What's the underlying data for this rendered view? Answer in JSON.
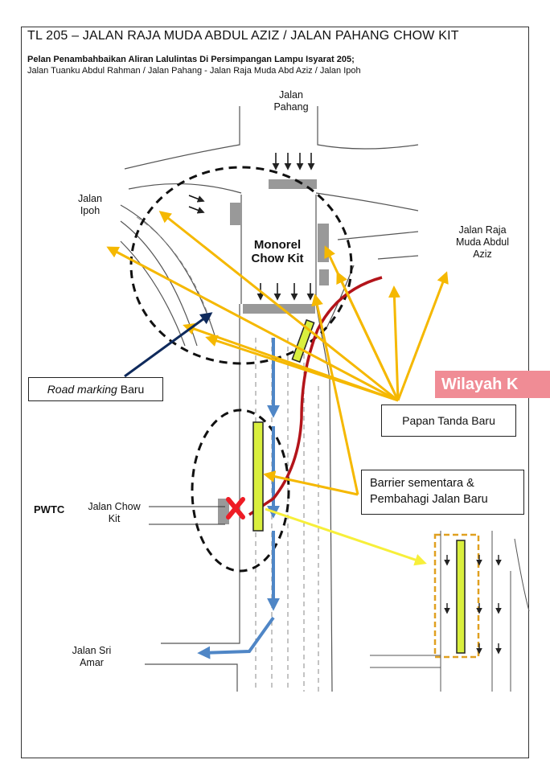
{
  "header": {
    "title": "TL 205 – JALAN RAJA MUDA ABDUL AZIZ / JALAN PAHANG CHOW KIT",
    "subtitle_bold": "Pelan Penambahbaikan Aliran Lalulintas Di Persimpangan Lampu Isyarat 205;",
    "subtitle": "Jalan Tuanku Abdul Rahman / Jalan Pahang - Jalan Raja Muda Abd Aziz / Jalan Ipoh"
  },
  "roads": {
    "jalan_pahang": "Jalan\nPahang",
    "jalan_ipoh": "Jalan\nIpoh",
    "jalan_raja_muda": "Jalan Raja\nMuda Abdul\nAziz",
    "jalan_chow_kit": "Jalan Chow\nKit",
    "jalan_sri_amar": "Jalan Sri\nAmar",
    "pwtc": "PWTC",
    "monorel": "Monorel\nChow Kit"
  },
  "callouts": {
    "road_marking": {
      "italic": "Road marking",
      "rest": " Baru"
    },
    "papan_tanda": "Papan Tanda Baru",
    "barrier": "Barrier sementara &\nPembahagi Jalan Baru"
  },
  "watermark": "Wilayah K",
  "colors": {
    "yellow_arrow": "#f5b800",
    "light_yellow_arrow": "#f7ef3a",
    "red_route": "#b3141a",
    "blue_flow": "#4f86c6",
    "navy_pointer": "#0f2a5c",
    "barrier_fill": "#d9ef3e",
    "cross_red": "#ee1c25",
    "inset_border": "#e0a020"
  },
  "icons": [
    "cross-icon",
    "lane-arrow-icon"
  ]
}
